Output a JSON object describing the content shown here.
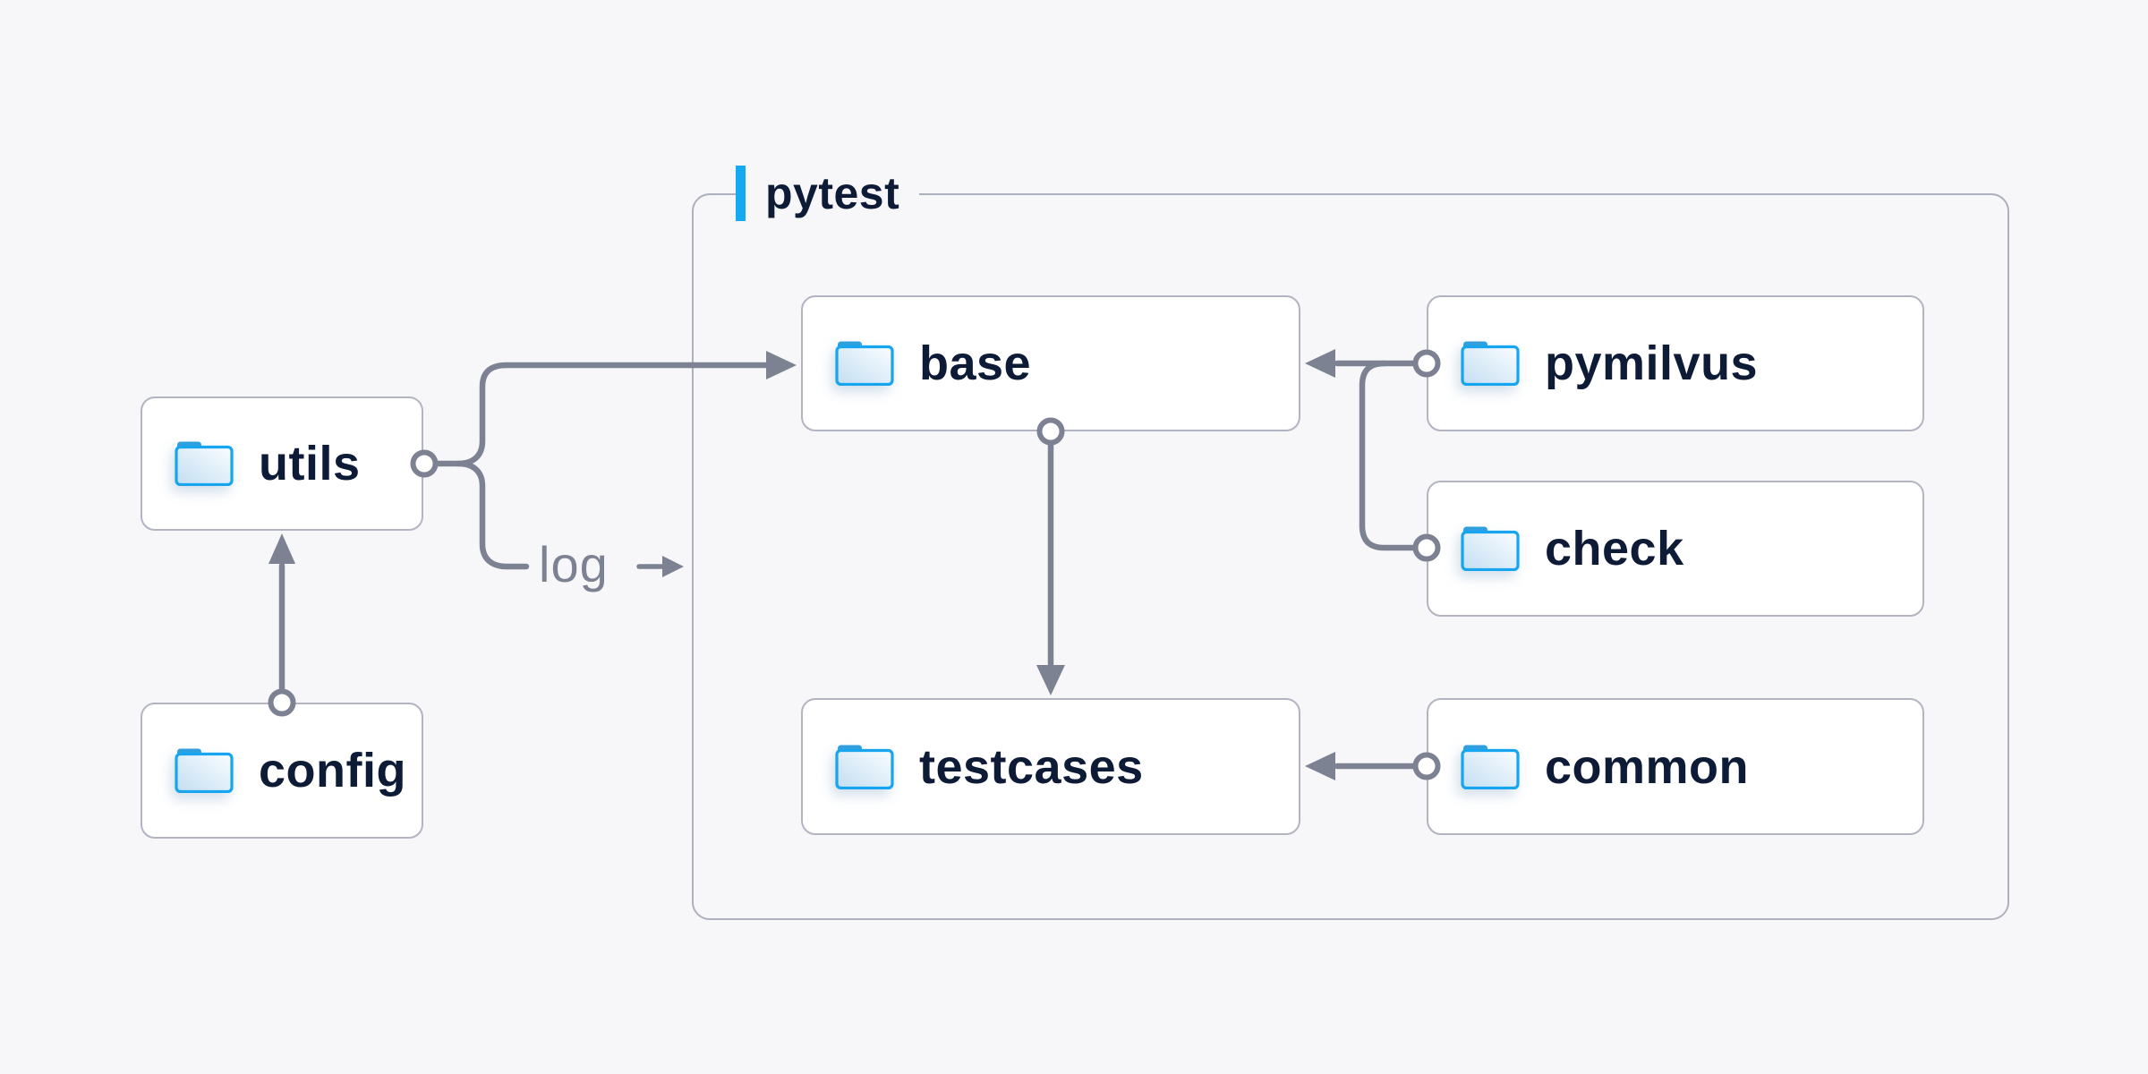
{
  "container": {
    "label": "pytest"
  },
  "nodes": [
    {
      "id": "utils",
      "label": "utils",
      "icon": "folder-icon"
    },
    {
      "id": "config",
      "label": "config",
      "icon": "folder-icon"
    },
    {
      "id": "base",
      "label": "base",
      "icon": "folder-icon"
    },
    {
      "id": "pymilvus",
      "label": "pymilvus",
      "icon": "folder-icon"
    },
    {
      "id": "check",
      "label": "check",
      "icon": "folder-icon"
    },
    {
      "id": "testcases",
      "label": "testcases",
      "icon": "folder-icon"
    },
    {
      "id": "common",
      "label": "common",
      "icon": "folder-icon"
    }
  ],
  "edges": [
    {
      "from": "config",
      "to": "utils",
      "style": "arrow"
    },
    {
      "from": "utils",
      "to": "base",
      "style": "arrow"
    },
    {
      "from": "utils",
      "to": "log",
      "label": "log",
      "style": "labeled-arrow"
    },
    {
      "from": "pymilvus",
      "to": "base",
      "style": "arrow"
    },
    {
      "from": "check",
      "to": "base",
      "style": "arrow"
    },
    {
      "from": "base",
      "to": "testcases",
      "style": "arrow"
    },
    {
      "from": "common",
      "to": "testcases",
      "style": "arrow"
    }
  ],
  "colors": {
    "background": "#f7f7f9",
    "node_bg": "#ffffff",
    "node_border": "#b2b5c1",
    "container_border": "#adb0bd",
    "connector": "#7c8292",
    "text_dark": "#0d1b36",
    "text_gray": "#7c8292",
    "accent_blue": "#14a9f1",
    "folder_stroke": "#16a5ee",
    "folder_tab": "#2f9fde",
    "folder_fill_top": "#fafdff",
    "folder_fill_bottom": "#c3def2"
  }
}
